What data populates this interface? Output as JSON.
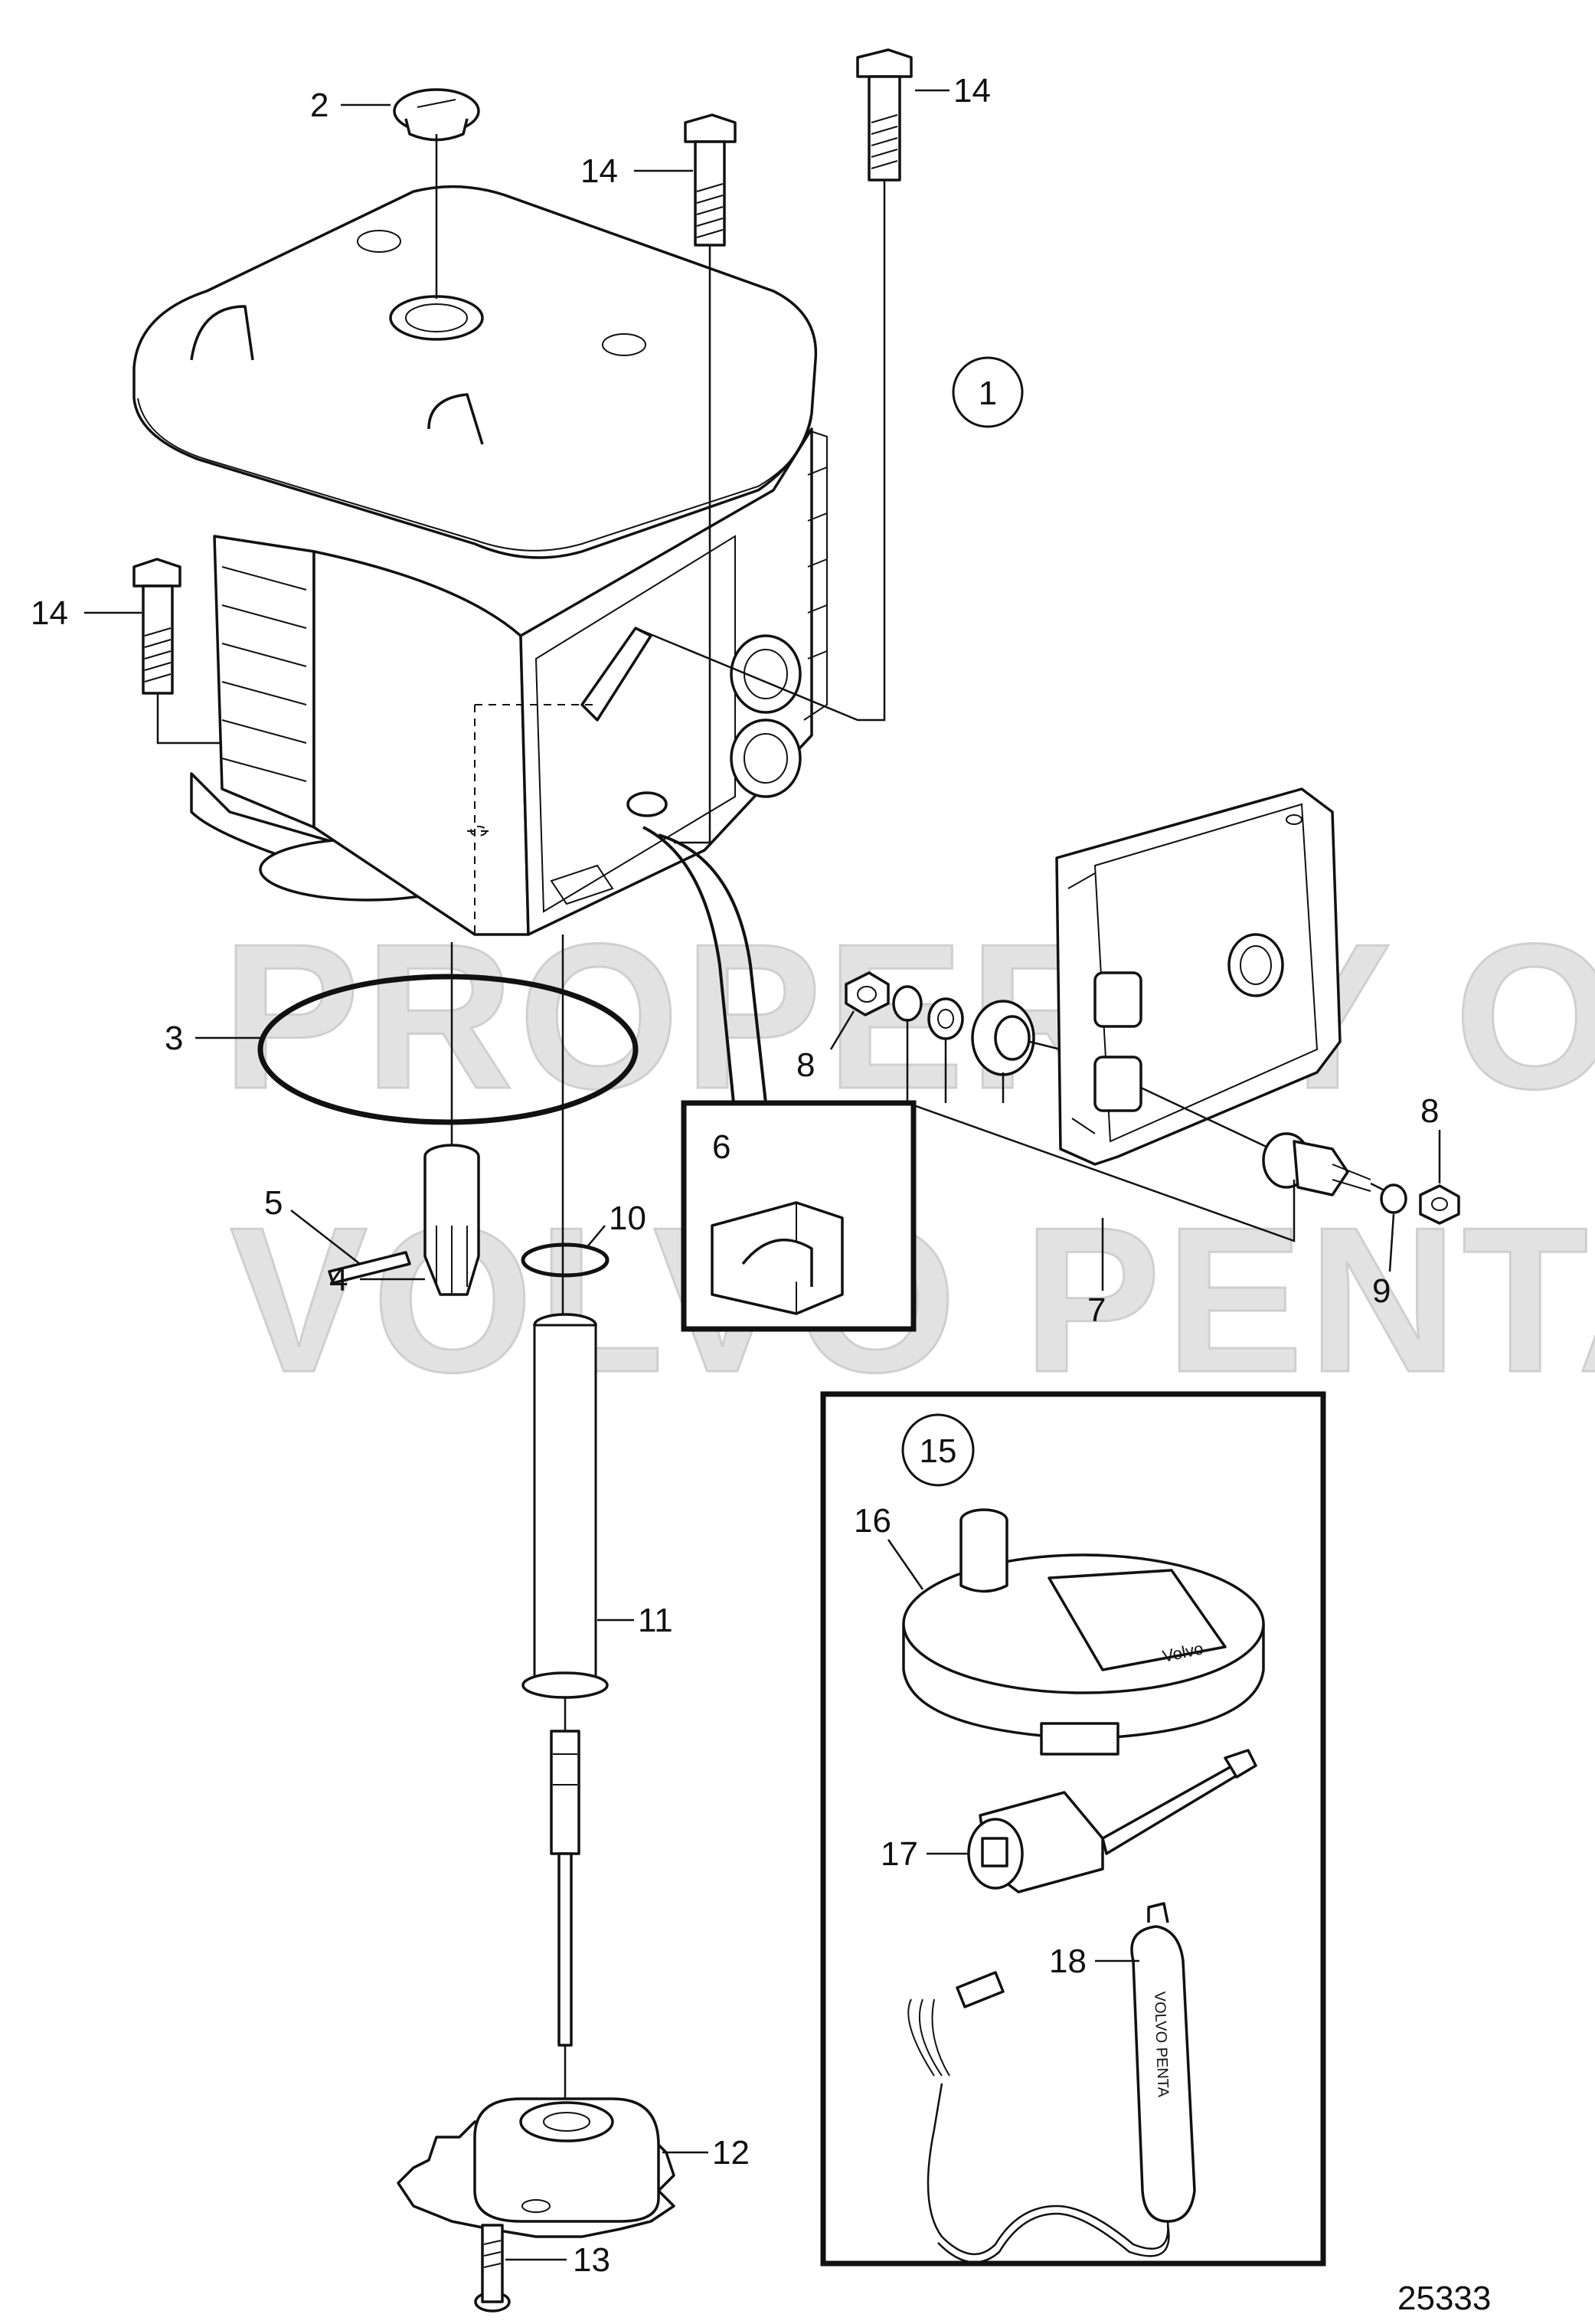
{
  "watermark": {
    "line1": "PROPERTY OF",
    "line2": "VOLVO PENTA"
  },
  "drawing_number": "25333",
  "callouts": {
    "c1": "1",
    "c2": "2",
    "c3": "3",
    "c4": "4",
    "c5": "5",
    "c6": "6",
    "c7": "7",
    "c8a": "8",
    "c8b": "8",
    "c9": "9",
    "c10": "10",
    "c11": "11",
    "c12": "12",
    "c13": "13",
    "c14a": "14",
    "c14b": "14",
    "c14c": "14",
    "c15": "15",
    "c16": "16",
    "c17": "17",
    "c18": "18"
  },
  "kit_labels": {
    "cable_tool": "VOLVO PENTA",
    "plate": "Volvo"
  }
}
